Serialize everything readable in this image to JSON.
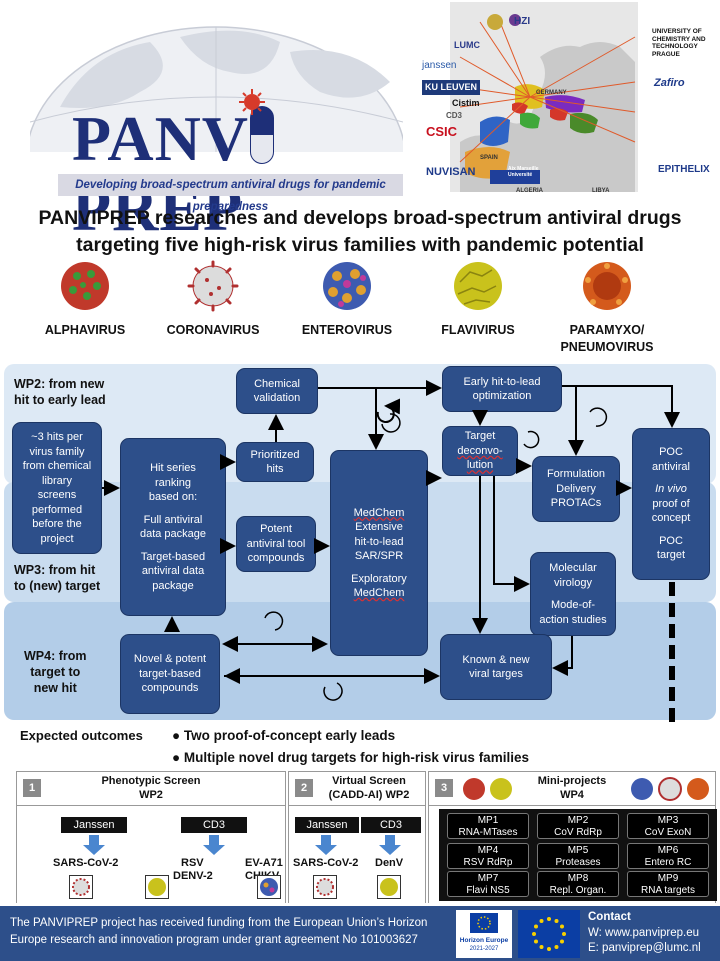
{
  "header": {
    "logo_left": "PANV",
    "logo_right": "PREP",
    "tagline": "Developing broad-spectrum antiviral drugs for pandemic preparedness",
    "partners": {
      "hzi": "HZI",
      "lumc": "LUMC",
      "janssen": "janssen",
      "ku_leuven": "KU LEUVEN",
      "cistim": "Cistim",
      "cd3": "CD3",
      "csic": "CSIC",
      "nuvisan": "NUVISAN",
      "vscht": "UNIVERSITY OF CHEMISTRY AND TECHNOLOGY PRAGUE",
      "zafiro": "Zafiro",
      "epithelix": "EPITHELIX",
      "amu": "Aix Marseille Université"
    },
    "map_labels": {
      "germany": "GERMANY",
      "spain": "SPAIN",
      "algeria": "ALGERIA",
      "libya": "LIBYA"
    }
  },
  "title": {
    "line1": "PANVIPREP researches and develops broad-spectrum antiviral drugs",
    "line2": "targeting five high-risk virus families with pandemic potential"
  },
  "viruses": [
    {
      "label": "ALPHAVIRUS",
      "color": "#c0392b"
    },
    {
      "label": "CORONAVIRUS",
      "color": "#b03030"
    },
    {
      "label": "ENTEROVIRUS",
      "color": "#3e5bb0"
    },
    {
      "label": "FLAVIVIRUS",
      "color": "#c9c21c"
    },
    {
      "label": "PARAMYXO/",
      "label2": "PNEUMOVIRUS",
      "color": "#d45a1c"
    }
  ],
  "diagram": {
    "wp2": {
      "line1": "WP2: from new",
      "line2": "hit to early lead"
    },
    "wp3": {
      "line1": "WP3: from hit",
      "line2": "to (new) target"
    },
    "wp4": {
      "line1": "WP4: from",
      "line2": "target to",
      "line3": "new hit"
    },
    "boxes": {
      "hits": [
        "~3 hits per",
        "virus family",
        "from chemical",
        "library",
        "screens",
        "performed",
        "before the",
        "project"
      ],
      "ranking": [
        "Hit series",
        "ranking",
        "based on:",
        "",
        "Full antiviral",
        "data package",
        "",
        "Target-based",
        "antiviral data",
        "package"
      ],
      "chem_validation": [
        "Chemical",
        "validation"
      ],
      "prioritized": [
        "Prioritized",
        "hits"
      ],
      "potent_tool": [
        "Potent",
        "antiviral tool",
        "compounds"
      ],
      "medchem": [
        "MedChem",
        "Extensive",
        "hit-to-lead",
        "SAR/SPR",
        "",
        "Exploratory",
        "MedChem"
      ],
      "early_opt": [
        "Early hit-to-lead",
        "optimization"
      ],
      "target_deconv": [
        "Target",
        "deconvo-",
        "lution"
      ],
      "formulation": [
        "Formulation",
        "Delivery",
        "PROTACs"
      ],
      "poc": [
        "POC",
        "antiviral",
        "",
        "In vivo",
        "proof of",
        "concept",
        "",
        "POC",
        "target"
      ],
      "mol_virology": [
        "Molecular",
        "virology",
        "",
        "Mode-of-",
        "action studies"
      ],
      "novel_potent": [
        "Novel & potent",
        "target-based",
        "compounds"
      ],
      "known_new": [
        "Known & new",
        "viral targes"
      ]
    },
    "colors": {
      "box": "#2d4f8a",
      "band_wp2": "#dde9f5",
      "band_wp3": "#c9dcef",
      "band_wp4": "#b3cde8"
    }
  },
  "outcomes": {
    "label": "Expected outcomes",
    "items": [
      "Two proof-of-concept early leads",
      "Multiple novel drug targets for high-risk virus families"
    ]
  },
  "panels": {
    "phenotypic": {
      "num": "1",
      "title1": "Phenotypic Screen",
      "title2": "WP2",
      "tag_a": "Janssen",
      "tag_b": "CD3",
      "virus_a": "SARS-CoV-2",
      "virus_b1": "RSV",
      "virus_b2": "DENV-2",
      "virus_c1": "EV-A71",
      "virus_c2": "CHIKV"
    },
    "virtual": {
      "num": "2",
      "title1": "Virtual  Screen",
      "title2": "(CADD-AI) WP2",
      "tag_a": "Janssen",
      "tag_b": "CD3",
      "virus_a": "SARS-CoV-2",
      "virus_b": "DenV"
    },
    "mini": {
      "num": "3",
      "title1": "Mini-projects",
      "title2": "WP4",
      "projects": [
        {
          "id": "MP1",
          "name": "RNA-MTases"
        },
        {
          "id": "MP2",
          "name": "CoV RdRp"
        },
        {
          "id": "MP3",
          "name": "CoV ExoN"
        },
        {
          "id": "MP4",
          "name": "RSV RdRp"
        },
        {
          "id": "MP5",
          "name": "Proteases"
        },
        {
          "id": "MP6",
          "name": "Entero RC"
        },
        {
          "id": "MP7",
          "name": "Flavi NS5"
        },
        {
          "id": "MP8",
          "name": "Repl. Organ."
        },
        {
          "id": "MP9",
          "name": "RNA targets"
        }
      ]
    }
  },
  "footer": {
    "funding": "The PANVIPREP project has received funding from the European Union’s Horizon Europe research and innovation program under grant agreement No 101003627",
    "he_logo": "Horizon Europe",
    "he_years": "2021-2027",
    "contact_heading": "Contact",
    "web": "W: www.panviprep.eu",
    "email": "E: panviprep@lumc.nl"
  }
}
